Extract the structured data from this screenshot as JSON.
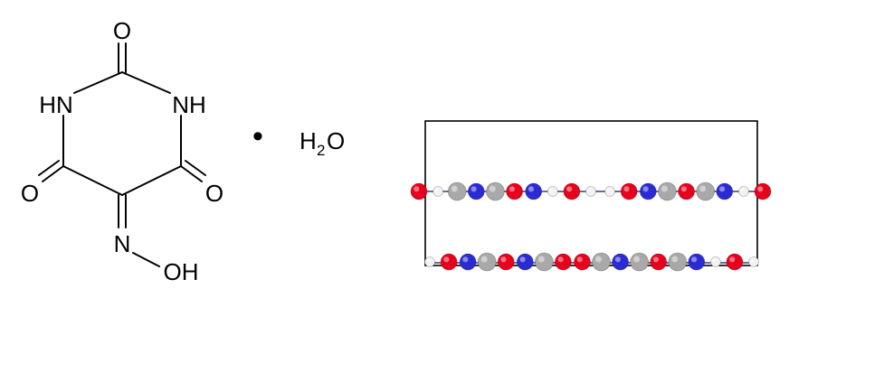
{
  "molecule": {
    "labels": {
      "carbonyl_top": "O",
      "nh_left": "HN",
      "nh_right": "NH",
      "carbonyl_left": "O",
      "carbonyl_right": "O",
      "oxime_n": "N",
      "oxime_oh": "OH"
    }
  },
  "hydrate": {
    "separator": "•",
    "formula_h": "H",
    "formula_sub": "2",
    "formula_o": "O"
  },
  "crystal_view": {
    "atom_colors": {
      "oxygen": "#e8001c",
      "nitrogen": "#2b2bd6",
      "carbon": "#a9a9a9",
      "hydrogen": "#f2f2f2"
    },
    "layers": [
      {
        "atoms": [
          "oxygen",
          "hydrogen",
          "carbon",
          "nitrogen",
          "carbon",
          "oxygen",
          "nitrogen",
          "hydrogen",
          "oxygen",
          "hydrogen",
          "hydrogen",
          "oxygen",
          "nitrogen",
          "carbon",
          "oxygen",
          "carbon",
          "nitrogen",
          "hydrogen",
          "oxygen"
        ]
      },
      {
        "atoms": [
          "hydrogen",
          "oxygen",
          "nitrogen",
          "carbon",
          "oxygen",
          "nitrogen",
          "carbon",
          "oxygen",
          "oxygen",
          "carbon",
          "nitrogen",
          "carbon",
          "oxygen",
          "carbon",
          "nitrogen",
          "hydrogen",
          "oxygen",
          "hydrogen"
        ]
      }
    ]
  }
}
